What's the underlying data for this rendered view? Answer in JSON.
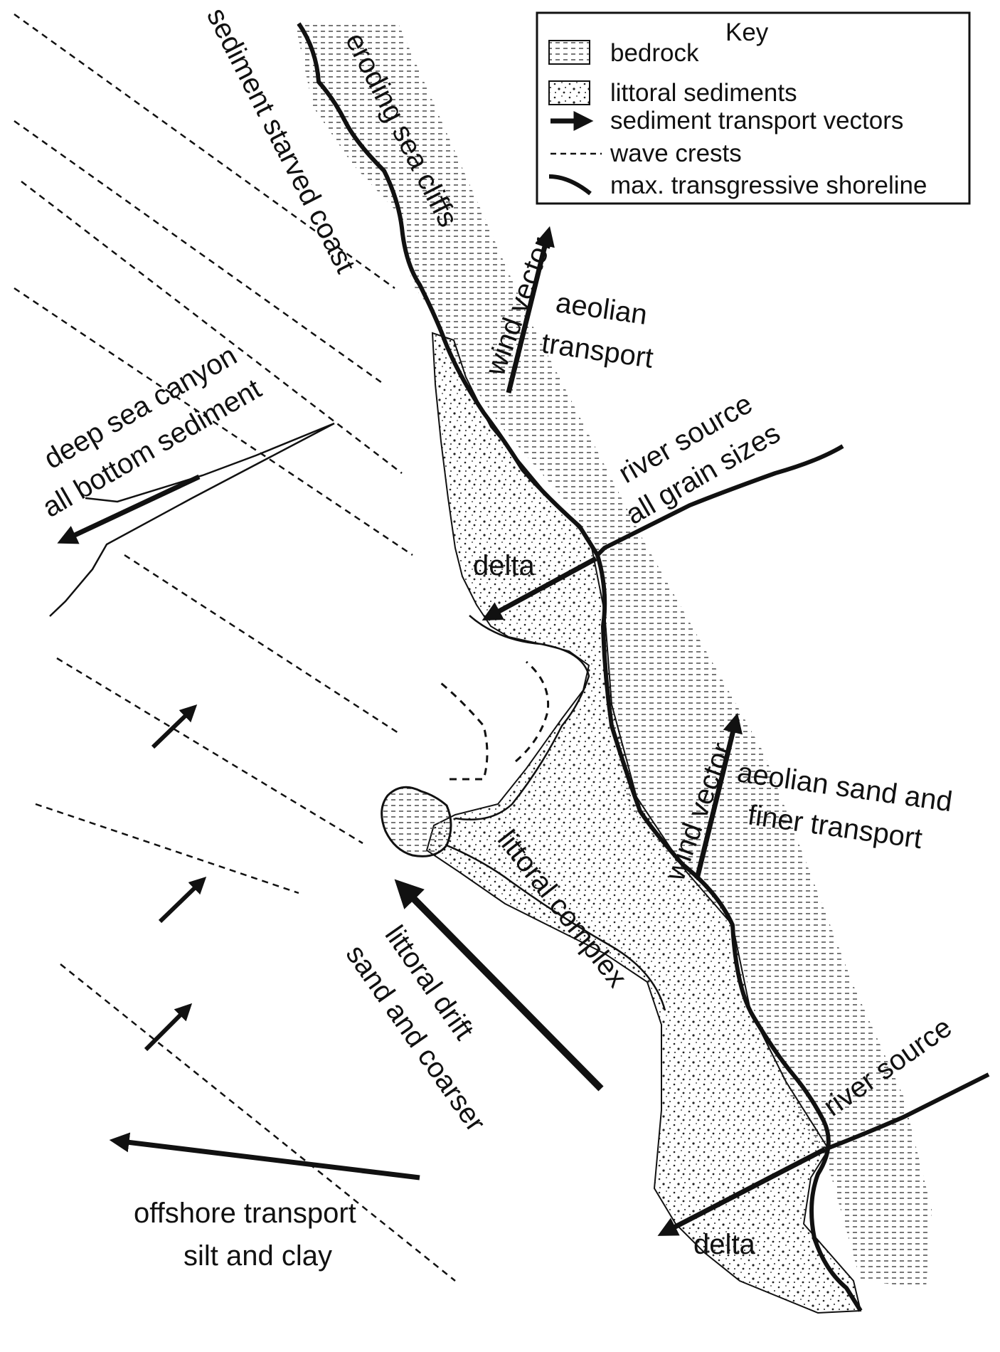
{
  "colors": {
    "ink": "#111111",
    "background": "#ffffff"
  },
  "key": {
    "title": "Key",
    "items": [
      {
        "symbol": "bedrock-swatch",
        "label": "bedrock"
      },
      {
        "symbol": "littoral-sediments-swatch",
        "label": "littoral sediments"
      },
      {
        "symbol": "arrow",
        "label": "sediment transport vectors"
      },
      {
        "symbol": "dashed-line",
        "label": "wave crests"
      },
      {
        "symbol": "curved-line",
        "label": "max. transgressive shoreline"
      }
    ]
  },
  "labels": {
    "sediment_starved_coast": "sediment starved coast",
    "eroding_sea_cliffs": "eroding sea cliffs",
    "wind_vector_1": "wind vector",
    "aeolian_transport_1": "aeolian",
    "aeolian_transport_2": "transport",
    "deep_sea_canyon_1": "deep sea canyon",
    "deep_sea_canyon_2": "all bottom sediment",
    "river_source_1a": "river source",
    "river_source_1b": "all grain sizes",
    "delta_1": "delta",
    "wind_vector_2": "wind vector",
    "aeolian_sand_1": "aeolian sand and",
    "aeolian_sand_2": "finer transport",
    "littoral_complex": "littoral complex",
    "littoral_drift_1": "littoral drift",
    "littoral_drift_2": "sand and coarser",
    "river_source_2": "river source",
    "delta_2": "delta",
    "offshore_1": "offshore transport",
    "offshore_2": "silt and clay"
  }
}
